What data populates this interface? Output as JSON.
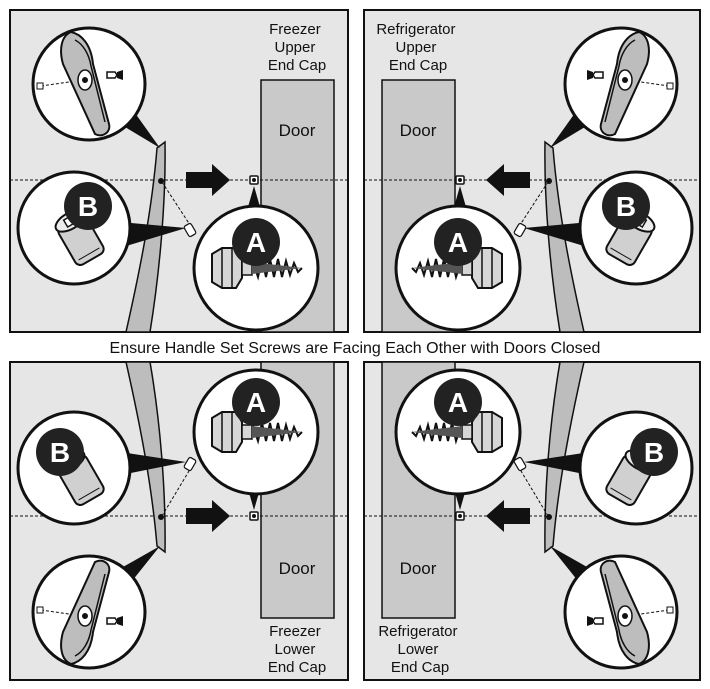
{
  "caption": "Ensure Handle Set Screws are Facing Each Other with Doors Closed",
  "panels": {
    "top_left": {
      "cap_label": [
        "Freezer",
        "Upper",
        "End Cap"
      ],
      "door_label": "Door",
      "badge_a": "A",
      "badge_b": "B"
    },
    "top_right": {
      "cap_label": [
        "Refrigerator",
        "Upper",
        "End Cap"
      ],
      "door_label": "Door",
      "badge_a": "A",
      "badge_b": "B"
    },
    "bottom_left": {
      "cap_label": [
        "Freezer",
        "Lower",
        "End Cap"
      ],
      "door_label": "Door",
      "badge_a": "A",
      "badge_b": "B"
    },
    "bottom_right": {
      "cap_label": [
        "Refrigerator",
        "Lower",
        "End Cap"
      ],
      "door_label": "Door",
      "badge_a": "A",
      "badge_b": "B"
    }
  },
  "colors": {
    "panel_fill": "#e6e6e6",
    "door_fill": "#c9c9c9",
    "handle_fill": "#bdbdbd",
    "badge_fill": "#222222",
    "line": "#111111"
  }
}
